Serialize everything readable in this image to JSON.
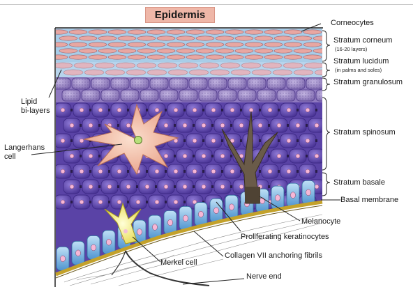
{
  "title": "Epidermis",
  "labels": {
    "corneocytes": "Corneocytes",
    "stratum_corneum": "Stratum corneum",
    "stratum_corneum_note": "(16-20 layers)",
    "stratum_lucidum": "Stratum lucidum",
    "stratum_lucidum_note": "(in palms and soles)",
    "stratum_granulosum": "Stratum granulosum",
    "lipid_bilayers_1": "Lipid",
    "lipid_bilayers_2": "bi-layers",
    "langerhans_1": "Langerhans",
    "langerhans_2": "cell",
    "stratum_spinosum": "Stratum spinosum",
    "stratum_basale": "Stratum basale",
    "basal_membrane": "Basal membrane",
    "melanocyte": "Melanocyte",
    "proliferating_keratinocytes": "Proliferating keratinocytes",
    "collagen_fibrils": "Collagen VII anchoring fibrils",
    "merkel_cell": "Merkel cell",
    "nerve_end": "Nerve end"
  },
  "colors": {
    "corneum": "#e8a7a2",
    "corneum_bg": "#9fc7e4",
    "granulosum": "#9c86c4",
    "spinosum": "#6d55b8",
    "spinosum_dark": "#3e2a86",
    "basale": "#7fb8e3",
    "langerhans": "#f0b49a",
    "melanocyte": "#5a4a3a",
    "merkel": "#f1e97a",
    "membrane": "#c8a72a",
    "nucleus": "#f6b7d6"
  }
}
